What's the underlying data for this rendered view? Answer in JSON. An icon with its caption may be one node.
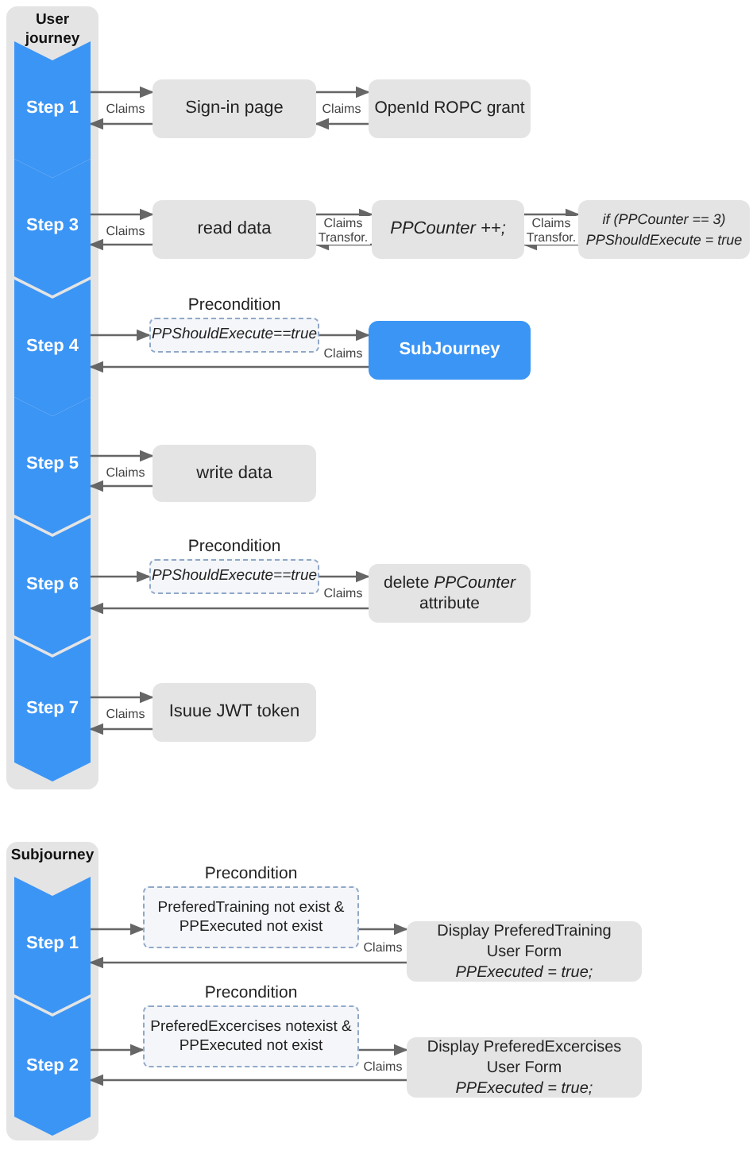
{
  "diagram": {
    "nodes": [
      {
        "text": [
          "User journey"
        ]
      },
      {
        "text": [
          "Step 1"
        ],
        "in": 0
      },
      {
        "text": [
          "Step 3"
        ],
        "in": 0
      },
      {
        "text": [
          "Step 4"
        ],
        "in": 0
      },
      {
        "text": [
          "Step 5"
        ],
        "in": 0
      },
      {
        "text": [
          "Step 6"
        ],
        "in": 0
      },
      {
        "text": [
          "Step 7"
        ],
        "in": 0
      },
      {
        "text": [
          "Sign-in page"
        ]
      },
      {
        "text": [
          "OpenId ROPC grant"
        ]
      },
      {
        "text": [
          "read data"
        ]
      },
      {
        "text": [
          "PPCounter ++;"
        ]
      },
      {
        "text": [
          "if (PPCounter == 3)",
          "PPShouldExecute = true"
        ]
      },
      {
        "text": [
          "Precondition",
          "PPShouldExecute==true"
        ]
      },
      {
        "text": [
          "SubJourney"
        ]
      },
      {
        "text": [
          "write data"
        ]
      },
      {
        "text": [
          "Precondition",
          "PPShouldExecute==true"
        ]
      },
      {
        "text": [
          "delete *PPCounter* attribute"
        ]
      },
      {
        "text": [
          "Isuue JWT token"
        ]
      },
      {
        "text": [
          "Subjourney"
        ]
      },
      {
        "text": [
          "Step 1"
        ],
        "in": 18
      },
      {
        "text": [
          "Step 2"
        ],
        "in": 18
      },
      {
        "text": [
          "Precondition",
          "PreferedTraining not exist & PPExecuted not exist"
        ]
      },
      {
        "text": [
          "Display PreferedTraining User Form",
          "PPExecuted = true;"
        ]
      },
      {
        "text": [
          "Precondition",
          "PreferedExcercises notexist & PPExecuted not exist"
        ]
      },
      {
        "text": [
          "Display PreferedExcercises User Form",
          "PPExecuted = true;"
        ]
      }
    ],
    "edges": [
      {
        "from": 1,
        "to": 7,
        "arrow": "to"
      },
      {
        "from": 7,
        "to": 1,
        "arrow": "to",
        "label": "Claims"
      },
      {
        "from": 7,
        "to": 8,
        "arrow": "to"
      },
      {
        "from": 8,
        "to": 7,
        "arrow": "to",
        "label": "Claims"
      },
      {
        "from": 2,
        "to": 9,
        "arrow": "to"
      },
      {
        "from": 9,
        "to": 2,
        "arrow": "to",
        "label": "Claims"
      },
      {
        "from": 9,
        "to": 10,
        "arrow": "to"
      },
      {
        "from": 10,
        "to": 9,
        "arrow": "to",
        "label": "Claims Transfor."
      },
      {
        "from": 10,
        "to": 11,
        "arrow": "to"
      },
      {
        "from": 11,
        "to": 10,
        "arrow": "to",
        "label": "Claims Transfor."
      },
      {
        "from": 3,
        "to": 12,
        "arrow": "to"
      },
      {
        "from": 12,
        "to": 13,
        "arrow": "to"
      },
      {
        "from": 13,
        "to": 3,
        "arrow": "to",
        "label": "Claims"
      },
      {
        "from": 4,
        "to": 14,
        "arrow": "to"
      },
      {
        "from": 14,
        "to": 4,
        "arrow": "to",
        "label": "Claims"
      },
      {
        "from": 5,
        "to": 15,
        "arrow": "to"
      },
      {
        "from": 15,
        "to": 16,
        "arrow": "to"
      },
      {
        "from": 16,
        "to": 5,
        "arrow": "to",
        "label": "Claims"
      },
      {
        "from": 6,
        "to": 17,
        "arrow": "to"
      },
      {
        "from": 17,
        "to": 6,
        "arrow": "to",
        "label": "Claims"
      },
      {
        "from": 19,
        "to": 21,
        "arrow": "to"
      },
      {
        "from": 21,
        "to": 22,
        "arrow": "to"
      },
      {
        "from": 22,
        "to": 19,
        "arrow": "to",
        "label": "Claims"
      },
      {
        "from": 20,
        "to": 23,
        "arrow": "to"
      },
      {
        "from": 23,
        "to": 24,
        "arrow": "to"
      },
      {
        "from": 24,
        "to": 20,
        "arrow": "to",
        "label": "Claims"
      }
    ]
  }
}
